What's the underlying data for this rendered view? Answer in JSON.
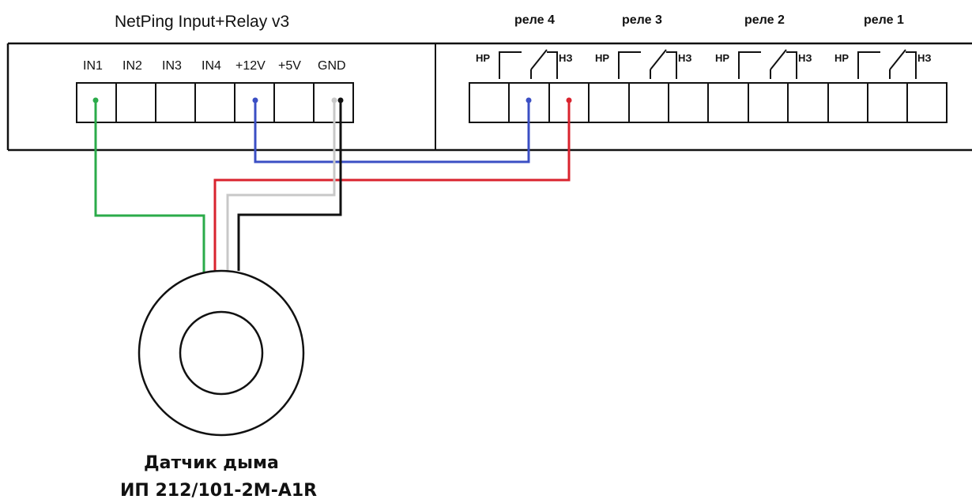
{
  "device_title": "NetPing Input+Relay v3",
  "input_pins": [
    "IN1",
    "IN2",
    "IN3",
    "IN4",
    "+12V",
    "+5V",
    "GND"
  ],
  "relays": [
    {
      "label": "реле 4",
      "no": "НР",
      "nc": "НЗ"
    },
    {
      "label": "реле 3",
      "no": "НР",
      "nc": "НЗ"
    },
    {
      "label": "реле 2",
      "no": "НР",
      "nc": "НЗ"
    },
    {
      "label": "реле 1",
      "no": "НР",
      "nc": "НЗ"
    }
  ],
  "sensor": {
    "name": "Датчик дыма",
    "model": "ИП 212/101-2М-A1R"
  },
  "wires": [
    {
      "color_name": "green",
      "color": "#2bab4a",
      "from": "IN1",
      "to": "sensor"
    },
    {
      "color_name": "blue",
      "color": "#3b4fc4",
      "from": "+12V",
      "to": "реле 4 common"
    },
    {
      "color_name": "red",
      "color": "#d9232e",
      "from": "реле 4 НЗ",
      "to": "sensor"
    },
    {
      "color_name": "gray",
      "color": "#c8c8c8",
      "from": "GND",
      "to": "sensor"
    },
    {
      "color_name": "black",
      "color": "#111111",
      "from": "GND",
      "to": "sensor"
    }
  ]
}
